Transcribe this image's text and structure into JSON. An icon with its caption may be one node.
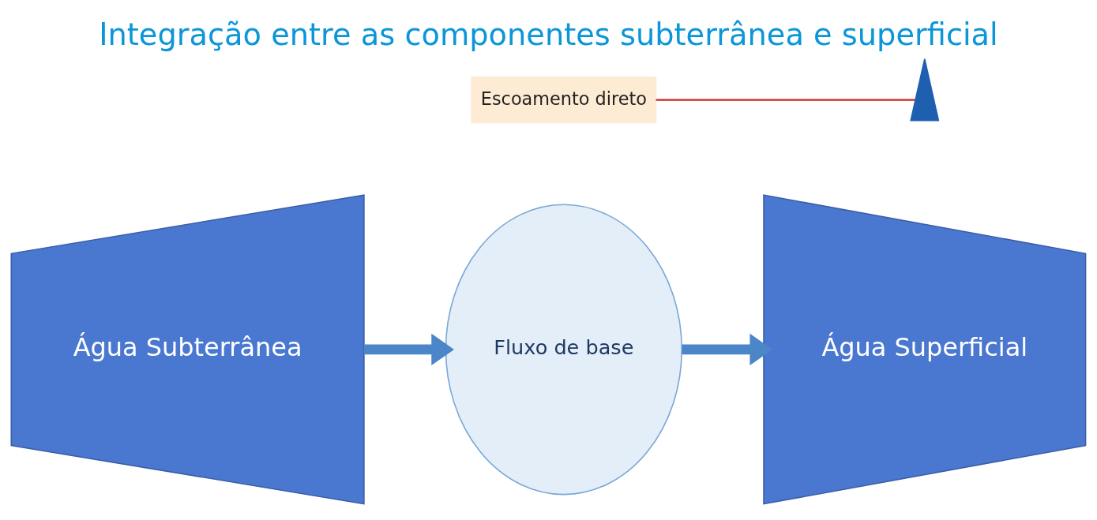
{
  "diagram": {
    "title": "Integração entre as componentes subterrânea e superficial",
    "nodes": [
      {
        "text": [
          "Água Subterrânea"
        ]
      },
      {
        "text": [
          "Fluxo de base"
        ]
      },
      {
        "text": [
          "Água Superficial"
        ]
      },
      {
        "text": [
          "Escoamento direto"
        ]
      },
      {
        "text": [],
        "shape": "picture"
      }
    ],
    "edges": [
      {
        "from": 0,
        "to": 1,
        "arrow": "to"
      },
      {
        "from": 1,
        "to": 2,
        "arrow": "to"
      },
      {
        "from": 3,
        "to": 4,
        "arrow": "none",
        "color": "#d02020"
      }
    ]
  }
}
